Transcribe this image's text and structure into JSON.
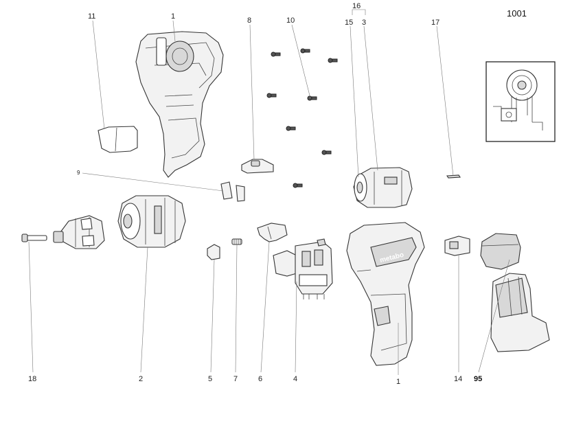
{
  "drawing_number": "1001",
  "brand_logo": "metabo",
  "part_labels": {
    "p1_housing_left": "1",
    "p1_housing_right": "1",
    "p2": "2",
    "p3": "3",
    "p4": "4",
    "p5": "5",
    "p6": "6",
    "p7": "7",
    "p8": "8",
    "p9": "9",
    "p10": "10",
    "p11": "11",
    "p14": "14",
    "p15": "15",
    "p16": "16",
    "p17": "17",
    "p18": "18",
    "p95": "95"
  }
}
